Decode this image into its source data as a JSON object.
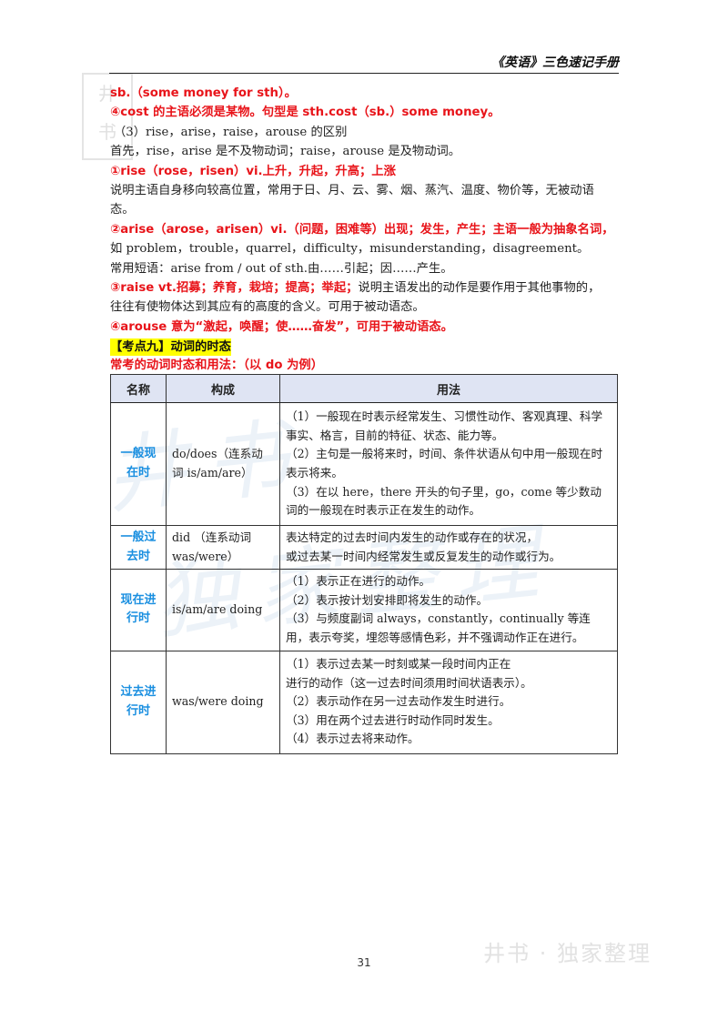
{
  "header": {
    "title": "《英语》三色速记手册"
  },
  "watermark": {
    "logo_top": "井",
    "logo_bottom": "书",
    "big_line1": "井书",
    "big_line2": "独家整理",
    "footer": "井书 · 独家整理"
  },
  "lines": {
    "l1": "sb.（some money for sth）。",
    "l2": "④cost 的主语必须是某物。句型是 sth.cost（sb.）some money。",
    "l3": "（3）rise，arise，raise，arouse 的区别",
    "l4": "首先，rise，arise 是不及物动词；raise，arouse 是及物动词。",
    "l5": "①rise（rose，risen）vi.上升，升起，升高；上涨",
    "l6": "说明主语自身移向较高位置，常用于日、月、云、雾、烟、蒸汽、温度、物价等，无被动语",
    "l7": "态。",
    "l8": "②arise（arose，arisen）vi.（问题，困难等）出现；发生，产生；主语一般为抽象名词，",
    "l9": "如 problem，trouble，quarrel，difficulty，misunderstanding，disagreement。",
    "l10": "常用短语：arise from / out of sth.由……引起；因……产生。",
    "l11_red": "③raise vt.招募；养育，栽培；提高；举起；",
    "l11_black": "说明主语发出的动作是要作用于其他事物的，",
    "l12": "往往有使物体达到其应有的高度的含义。可用于被动语态。",
    "l13": "④arouse 意为“激起，唤醒；使……奋发”，可用于被动语态。"
  },
  "section": {
    "title": "【考点九】动词的时态",
    "subtitle": "常考的动词时态和用法：（以 do 为例）"
  },
  "table": {
    "headers": {
      "name": "名称",
      "form": "构成",
      "usage": "用法"
    },
    "rows": [
      {
        "name": "一般现在时",
        "form": "do/does（连系动词 is/am/are）",
        "usage": [
          "（1）一般现在时表示经常发生、习惯性动作、客观真理、科学事实、格言，目前的特征、状态、能力等。",
          "（2）主句是一般将来时，时间、条件状语从句中用一般现在时表示将来。",
          "（3）在以 here，there 开头的句子里，go，come 等少数动词的一般现在时表示正在发生的动作。"
        ]
      },
      {
        "name": "一般过去时",
        "form": "did （连系动词 was/were）",
        "usage": [
          "表达特定的过去时间内发生的动作或存在的状况，",
          "或过去某一时间内经常发生或反复发生的动作或行为。"
        ]
      },
      {
        "name": "现在进行时",
        "form": "is/am/are doing",
        "usage": [
          "（1）表示正在进行的动作。",
          "（2）表示按计划安排即将发生的动作。",
          "（3）与频度副词 always，constantly，continually 等连用，表示夸奖，埋怨等感情色彩，并不强调动作正在进行。"
        ]
      },
      {
        "name": "过去进行时",
        "form": "was/were doing",
        "usage": [
          "（1）表示过去某一时刻或某一段时间内正在",
          "进行的动作（这一过去时间须用时间状语表示）。",
          "（2）表示动作在另一过去动作发生时进行。",
          "（3）用在两个过去进行时动作同时发生。",
          "（4）表示过去将来动作。"
        ]
      }
    ]
  },
  "page_number": "31"
}
